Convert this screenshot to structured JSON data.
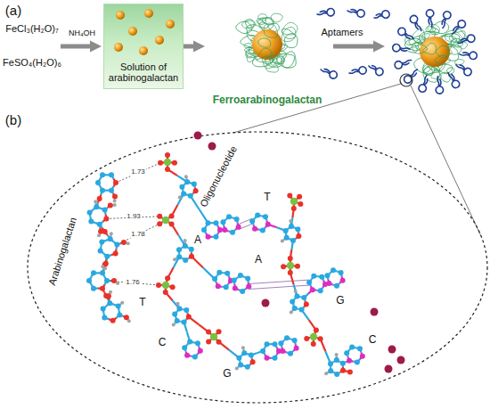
{
  "diagram": {
    "nodes": [
      {
        "text": [
          "Solution of arabinogalactan"
        ]
      },
      {
        "text": [
          "Ferroarabinogalactan"
        ]
      }
    ],
    "edges": [
      {
        "from": 0,
        "to": 1,
        "arrow": "to"
      }
    ],
    "labels": [
      "(a)",
      "FeCl₃(H₂O)₇",
      "NH₄OH",
      "FeSO₄(H₂O)₆",
      "Aptamers",
      "(b)",
      "Arabinogalactan",
      "Oligonucleotide",
      "1.73",
      "1.93",
      "1.78",
      "1.76",
      "A",
      "T",
      "T",
      "A",
      "G",
      "C",
      "C",
      "G"
    ]
  }
}
